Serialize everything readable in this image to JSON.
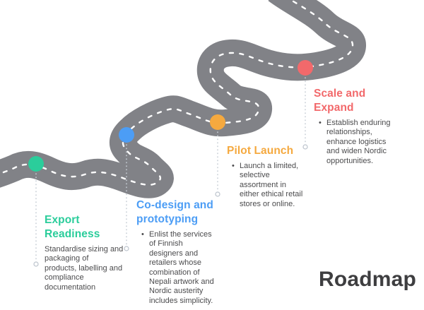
{
  "page_title": "Roadmap",
  "bullet_glyph": "•",
  "colors": {
    "road": "#818287",
    "road_center_dash": "#ffffff",
    "connector_line": "#c7cdd5",
    "body_text": "#4b4b4d",
    "title_text": "#3e3e40"
  },
  "milestones": [
    {
      "name": "export-readiness",
      "heading": "Export\nReadiness",
      "color": "#2bcd9b",
      "body": "Standardise sizing and\npackaging of\nproducts, labelling and\ncompliance\ndocumentation"
    },
    {
      "name": "co-design-and-prototyping",
      "heading": "Co-design and\nprototyping",
      "color": "#4c9df5",
      "bullet": "Enlist the services\nof Finnish\ndesigners and\nretailers whose\ncombination of\nNepali artwork and\nNordic austerity\nincludes simplicity."
    },
    {
      "name": "pilot-launch",
      "heading": "Pilot Launch",
      "color": "#f5a93f",
      "bullet": "Launch a limited,\nselective\nassortment in\neither ethical retail\nstores or online."
    },
    {
      "name": "scale-and-expand",
      "heading": "Scale and\nExpand",
      "color": "#f2696b",
      "bullet": "Establish enduring\nrelationships,\nenhance logistics\nand widen Nordic\nopportunities."
    }
  ]
}
